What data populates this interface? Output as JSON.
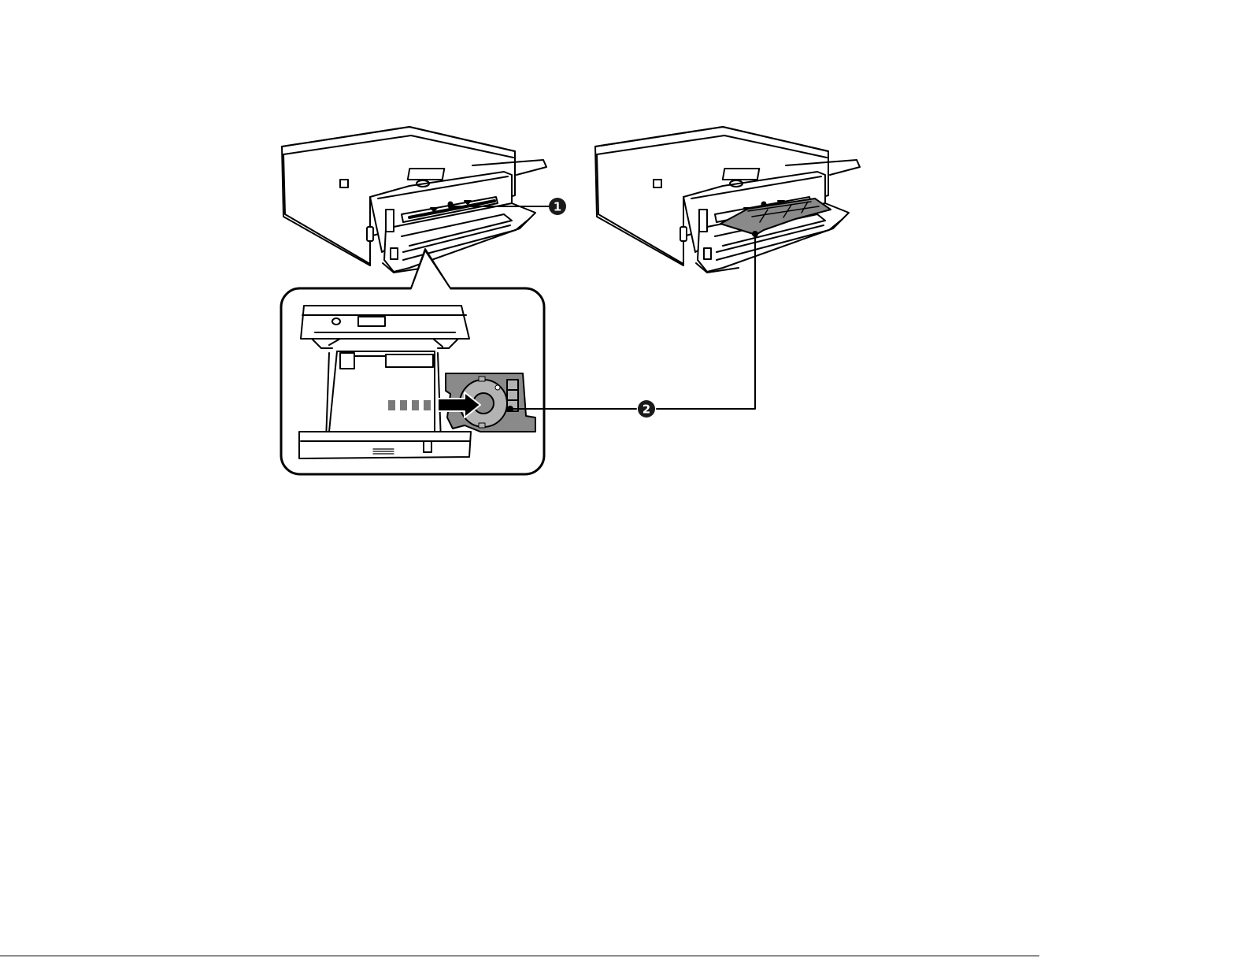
{
  "callouts": [
    {
      "number": "1"
    },
    {
      "number": "2"
    }
  ],
  "colors": {
    "line": "#000000",
    "tray_fill": "#8a8a8a",
    "tray_inner": "#b3b3b3",
    "paper_fill": "#ffffff",
    "callout_fill": "#1a1a1a",
    "dash_fill": "#7a7a7a"
  },
  "icons": [
    "printer-illustration",
    "cd-dvd-tray",
    "insert-arrow-icon",
    "zoom-inset"
  ]
}
